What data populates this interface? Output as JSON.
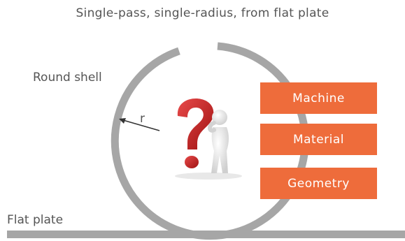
{
  "title": "Single-pass, single-radius, from flat plate",
  "labels": {
    "round_shell": "Round shell",
    "flat_plate": "Flat plate",
    "radius": "r"
  },
  "boxes": {
    "machine": "Machine",
    "material": "Material",
    "geometry": "Geometry"
  },
  "colors": {
    "shell": "#a6a6a6",
    "box_fill": "#ee6c3b",
    "box_text": "#ffffff",
    "question_mark": "#c41e1e",
    "text": "#555555"
  },
  "icons": {
    "figure": "thinking-person-with-question-mark-icon",
    "radius_arrow": "radius-arrow-icon"
  }
}
